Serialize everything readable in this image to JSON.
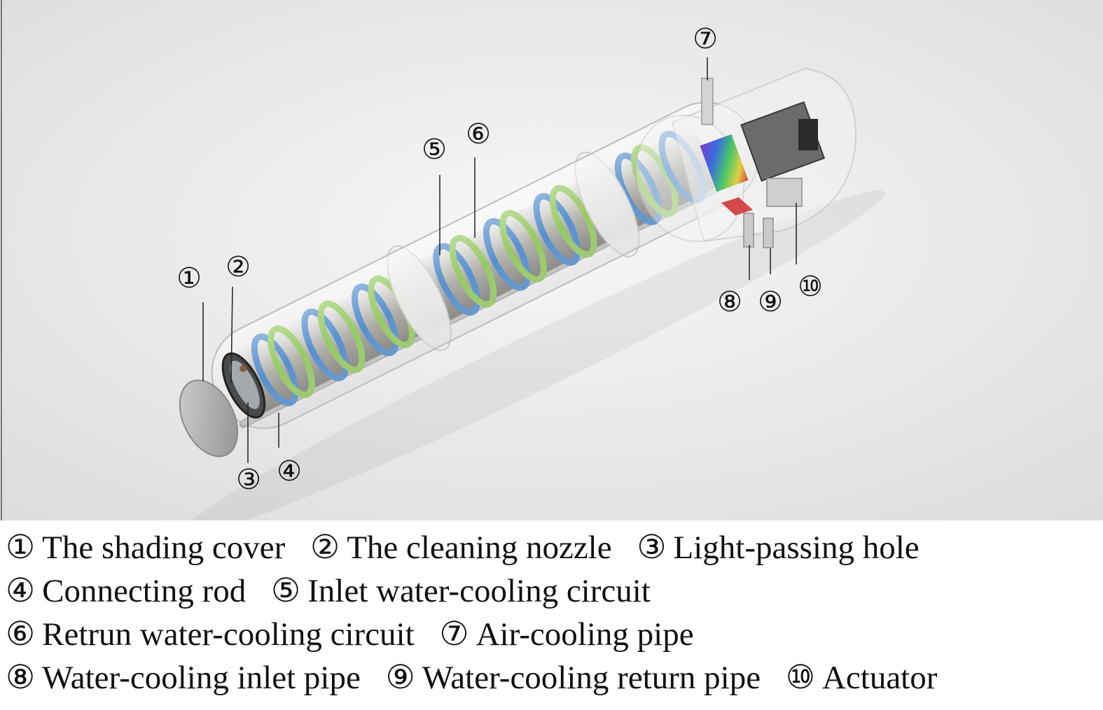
{
  "callouts": [
    {
      "num": "①"
    },
    {
      "num": "②"
    },
    {
      "num": "③"
    },
    {
      "num": "④"
    },
    {
      "num": "⑤"
    },
    {
      "num": "⑥"
    },
    {
      "num": "⑦"
    },
    {
      "num": "⑧"
    },
    {
      "num": "⑨"
    },
    {
      "num": "⑩"
    }
  ],
  "legend": {
    "lines": [
      [
        {
          "num": "①",
          "label": "The shading cover"
        },
        {
          "num": "②",
          "label": "The cleaning nozzle"
        },
        {
          "num": "③",
          "label": "Light-passing hole"
        }
      ],
      [
        {
          "num": "④",
          "label": "Connecting rod"
        },
        {
          "num": "⑤",
          "label": "Inlet water-cooling circuit"
        }
      ],
      [
        {
          "num": "⑥",
          "label": "Retrun water-cooling circuit"
        },
        {
          "num": "⑦",
          "label": "Air-cooling pipe"
        }
      ],
      [
        {
          "num": "⑧",
          "label": "Water-cooling inlet pipe"
        },
        {
          "num": "⑨",
          "label": "Water-cooling return pipe"
        },
        {
          "num": "⑩",
          "label": "Actuator"
        }
      ]
    ]
  },
  "colors": {
    "inlet_coil": "#3a7fc9",
    "return_coil": "#86c44a",
    "background": "#e6e6e6"
  }
}
